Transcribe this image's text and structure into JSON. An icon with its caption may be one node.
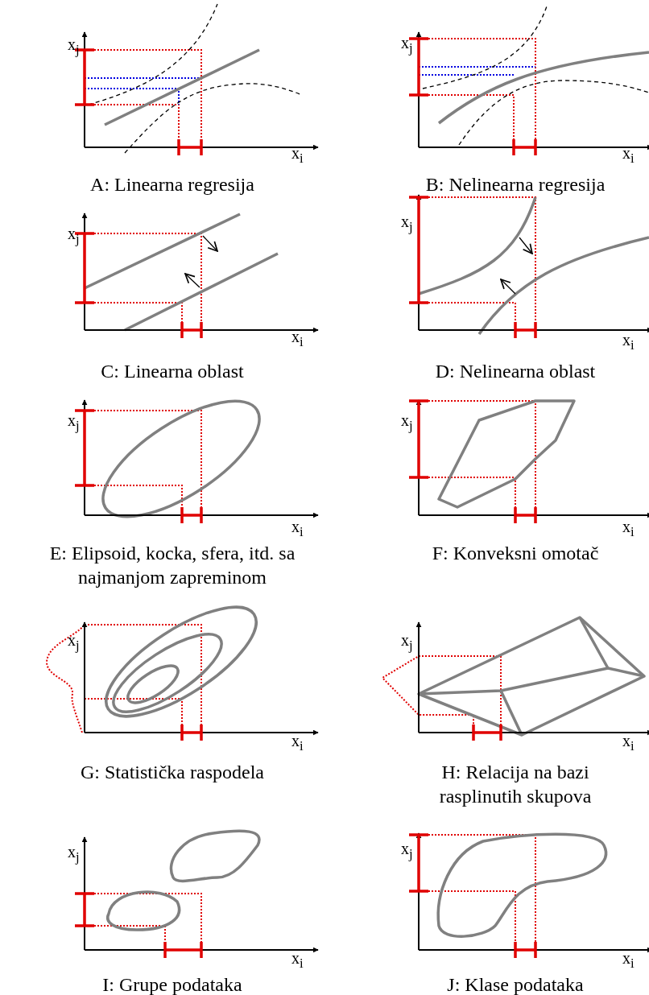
{
  "diagram": {
    "labels": [
      "x$_{j}$",
      "x$_{j}$",
      "x$_{i}$",
      "x$_{i}$",
      "A: Linearna regresija",
      "B: Nelinearna regresija",
      "x$_{j}$",
      "x$_{j}$",
      "x$_{i}$",
      "x$_{i}$",
      "C: Linearna oblast",
      "D: Nelinearna oblast",
      "x$_{j}$",
      "x$_{j}$",
      "x$_{i}$",
      "x$_{i}$",
      "E: Elipsoid, kocka, sfera, itd. sa najmanjom zapreminom",
      "F: Konveksni omotač",
      "x$_{j}$",
      "x$_{j}$",
      "x$_{i}$",
      "x$_{i}$",
      "G: Statistička raspodela",
      "H: Relacija na bazi rasplinutih skupova",
      "x$_{j}$",
      "x$_{j}$",
      "x$_{i}$",
      "x$_{i}$",
      "I: Grupe podataka",
      "J: Klase podataka"
    ]
  }
}
